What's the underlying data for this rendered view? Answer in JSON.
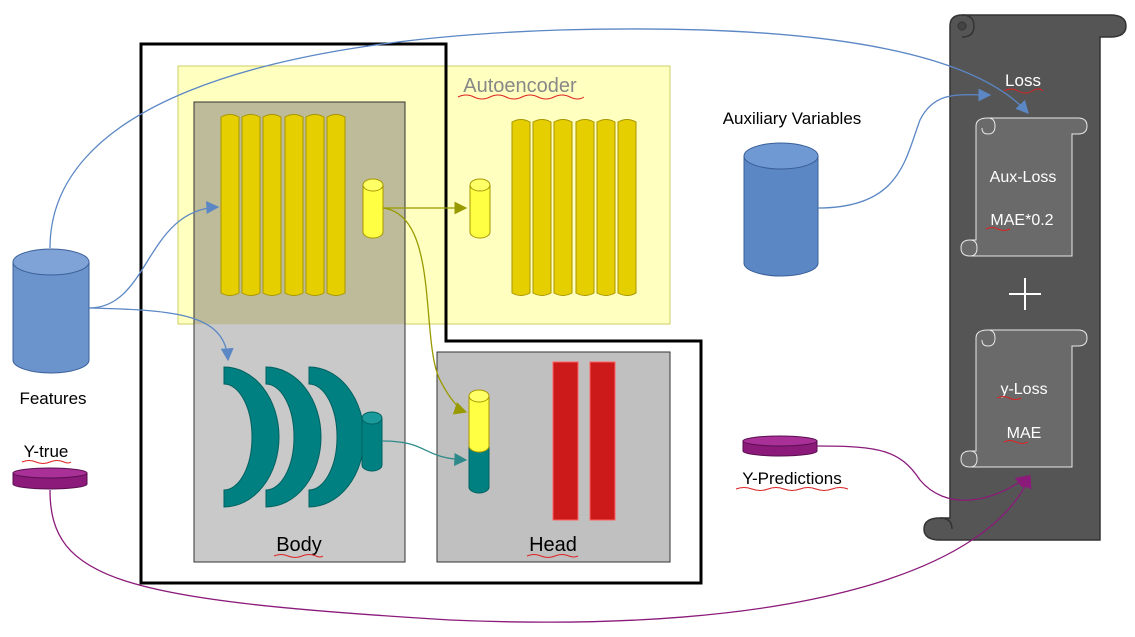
{
  "labels": {
    "autoencoder": "Autoencoder",
    "body": "Body",
    "head": "Head",
    "features": "Features",
    "y_true": "Y-true",
    "auxiliary_variables": "Auxiliary Variables",
    "y_predictions": "Y-Predictions",
    "loss": "Loss",
    "aux_loss_title": "Aux-Loss",
    "aux_loss_formula": "MAE*0.2",
    "plus": "+",
    "y_loss_title": "y-Loss",
    "y_loss_formula": "MAE"
  },
  "colors": {
    "autoencoder_bg": "#ffffc0",
    "body_bg": "#c0c0c0",
    "head_bg": "#c0c0c0",
    "yellow_layer": "#e6cf00",
    "latent": "#ffff44",
    "teal": "#008080",
    "red": "#cc1a1a",
    "blue_db": "#5b87c5",
    "purple_db": "#8b1a7a",
    "scroll_dark": "#555555",
    "blue_line": "#5b87c5",
    "olive_line": "#999900",
    "teal_line": "#2e8a8a",
    "purple_line": "#8b1a7a"
  }
}
